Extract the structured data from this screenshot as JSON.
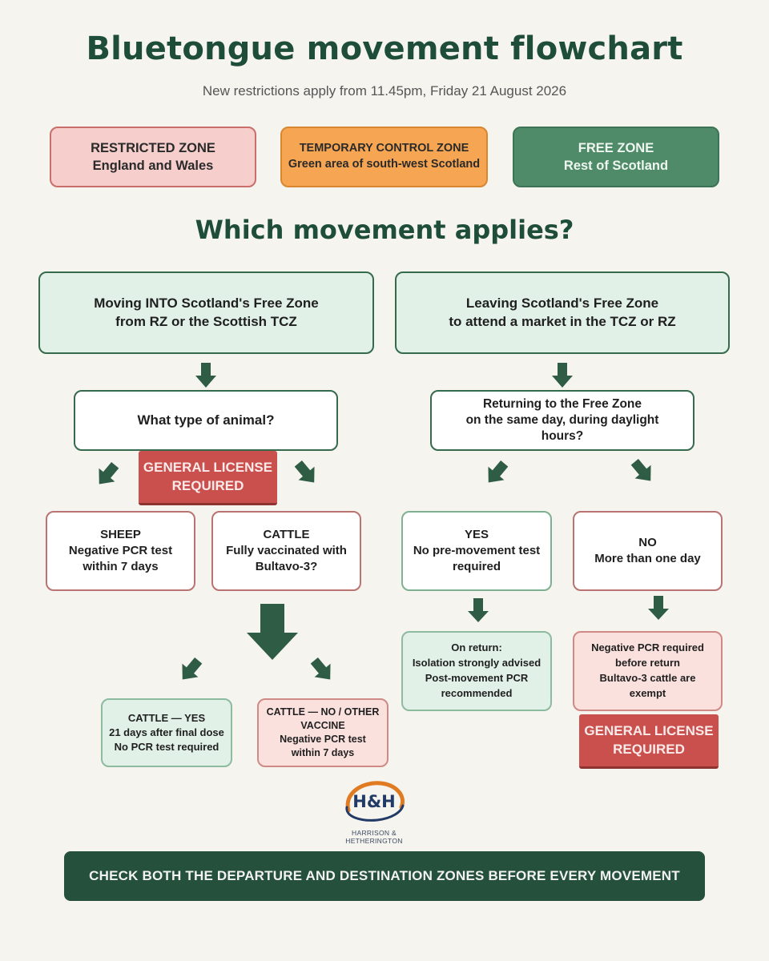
{
  "header": {
    "title": "Bluetongue movement flowchart",
    "subtitle": "New restrictions apply from 11.45pm, Friday 21 August 2026"
  },
  "zones": {
    "restricted": {
      "line1": "RESTRICTED ZONE",
      "line2": "England and Wales",
      "color": "#f6cfcc"
    },
    "tcz": {
      "line1": "TEMPORARY CONTROL ZONE",
      "line2": "Green area of south-west Scotland",
      "color": "#f6a653"
    },
    "free": {
      "line1": "FREE ZONE",
      "line2": "Rest of Scotland",
      "color": "#4f8b69"
    }
  },
  "question_heading": "Which movement applies?",
  "left_branch": {
    "top": {
      "line1": "Moving INTO Scotland's Free Zone",
      "line2": "from RZ or the Scottish TCZ"
    },
    "question": "What type of animal?",
    "license": {
      "line1": "GENERAL LICENSE",
      "line2": "REQUIRED"
    },
    "sheep": {
      "line1": "SHEEP",
      "line2": "Negative PCR test",
      "line3": "within 7 days"
    },
    "cattle": {
      "line1": "CATTLE",
      "line2": "Fully vaccinated with",
      "line3": "Bultavo-3?"
    },
    "cattle_yes": {
      "line1": "CATTLE — YES",
      "line2": "21 days after final dose",
      "line3": "No PCR test required"
    },
    "cattle_no": {
      "line1": "CATTLE — NO / OTHER",
      "line2": "VACCINE",
      "line3": "Negative PCR test",
      "line4": "within 7 days"
    }
  },
  "right_branch": {
    "top": {
      "line1": "Leaving Scotland's Free Zone",
      "line2": "to attend a market in the TCZ or RZ"
    },
    "question": {
      "line1": "Returning to the Free Zone",
      "line2": "on the same day, during daylight",
      "line3": "hours?"
    },
    "yes": {
      "line1": "YES",
      "line2": "No pre-movement test",
      "line3": "required"
    },
    "no": {
      "line1": "NO",
      "line2": "More than one day"
    },
    "on_return": {
      "line1": "On return:",
      "line2": "Isolation strongly advised",
      "line3": "Post-movement PCR",
      "line4": "recommended"
    },
    "pcr_required": {
      "line1": "Negative PCR required",
      "line2": "before return",
      "line3": "Bultavo-3 cattle are",
      "line4": "exempt"
    },
    "license": {
      "line1": "GENERAL LICENSE",
      "line2": "REQUIRED"
    }
  },
  "logo": {
    "mark": "H&H",
    "line1": "HARRISON & ",
    "line2": "HETHERINGTON",
    "ring_color": "#e07b22"
  },
  "footer_banner": "CHECK BOTH THE DEPARTURE AND DESTINATION ZONES BEFORE EVERY MOVEMENT",
  "colors": {
    "arrow": "#2f5c45",
    "title": "#1e4d3a",
    "banner": "#25503c",
    "license": "#c9504c"
  }
}
